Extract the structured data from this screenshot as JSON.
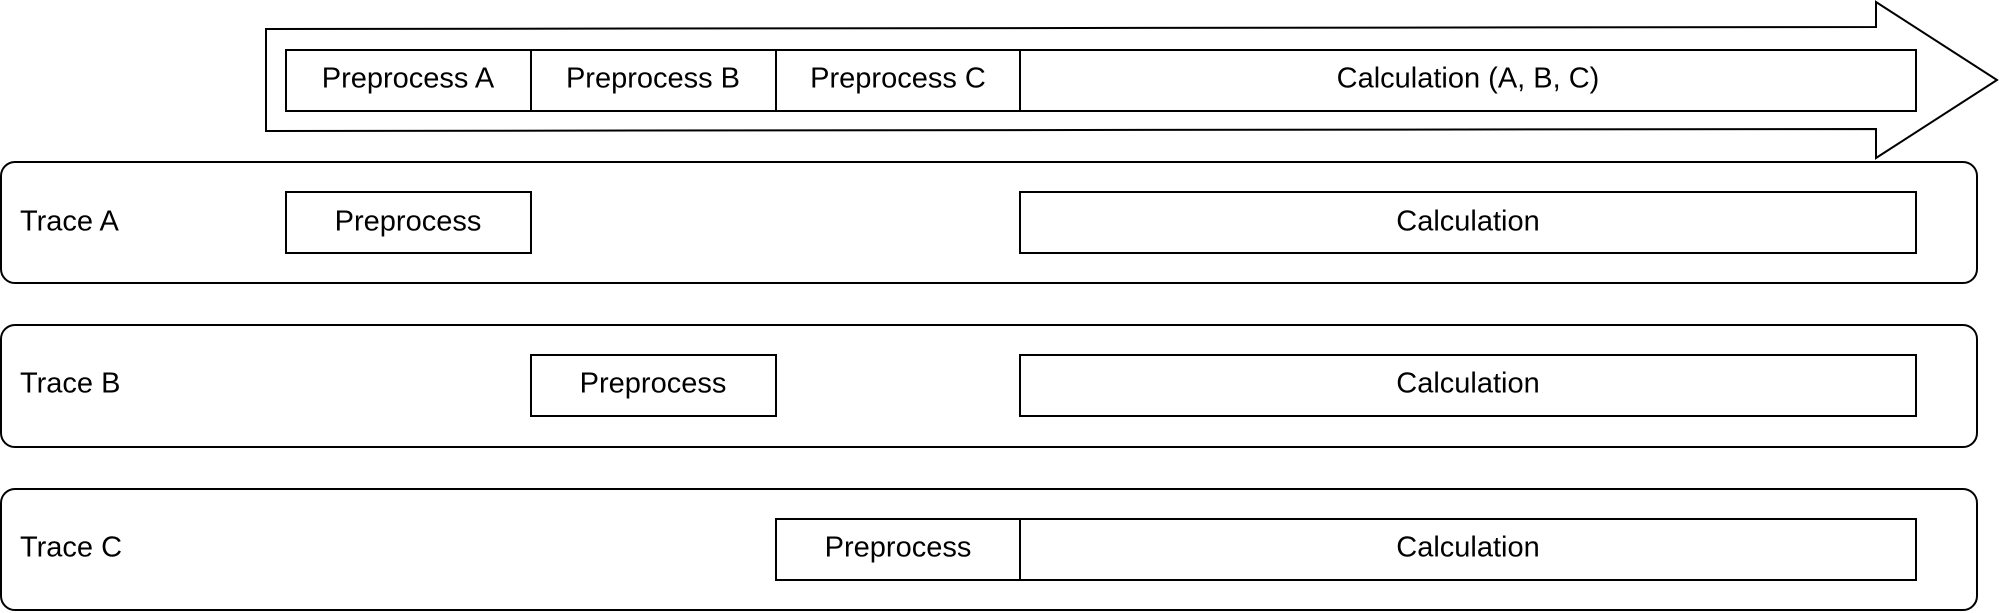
{
  "timeline": {
    "stages": [
      "Preprocess A",
      "Preprocess B",
      "Preprocess C",
      "Calculation (A, B, C)"
    ]
  },
  "traces": [
    {
      "label": "Trace A",
      "preprocess": "Preprocess",
      "calculation": "Calculation"
    },
    {
      "label": "Trace B",
      "preprocess": "Preprocess",
      "calculation": "Calculation"
    },
    {
      "label": "Trace C",
      "preprocess": "Preprocess",
      "calculation": "Calculation"
    }
  ],
  "colors": {
    "stroke": "#000000",
    "fill": "#ffffff"
  }
}
